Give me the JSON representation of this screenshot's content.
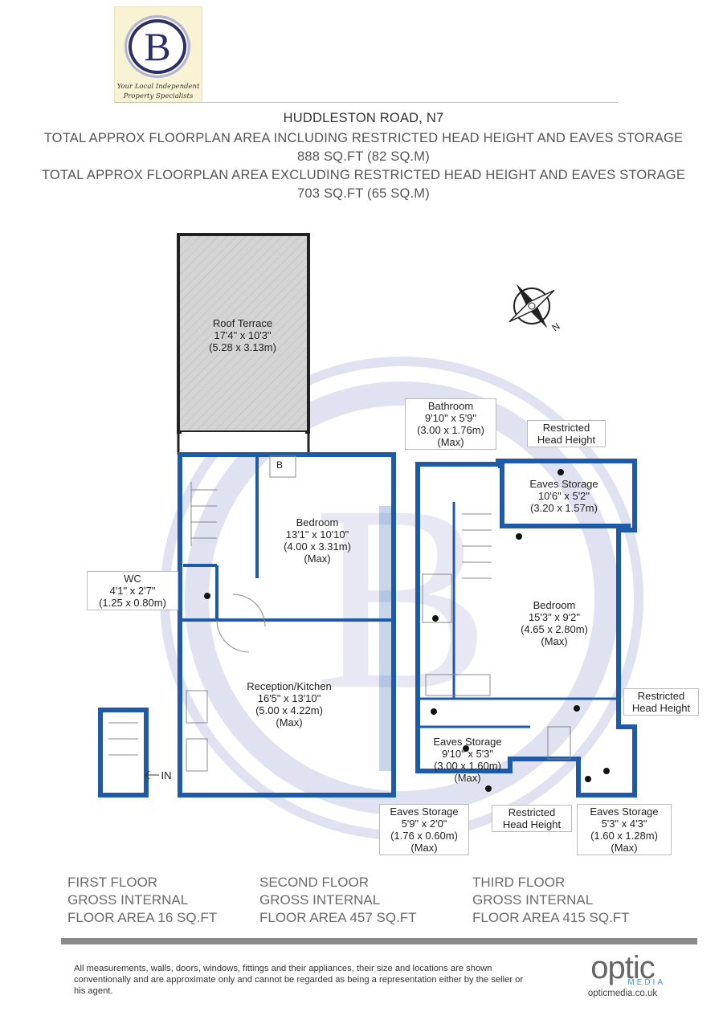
{
  "logo": {
    "letter": "B",
    "tagline_1": "Your Local Independent",
    "tagline_2": "Property Specialists"
  },
  "header": {
    "address": "HUDDLESTON ROAD, N7",
    "line_1": "TOTAL APPROX FLOORPLAN AREA INCLUDING RESTRICTED HEAD HEIGHT AND EAVES STORAGE",
    "line_2": "888 SQ.FT (82 SQ.M)",
    "line_3": "TOTAL APPROX FLOORPLAN AREA EXCLUDING RESTRICTED HEAD HEIGHT AND EAVES STORAGE",
    "line_4": "703 SQ.FT (65 SQ.M)"
  },
  "compass": {
    "label": "N"
  },
  "rooms": {
    "roof_terrace": {
      "name": "Roof Terrace",
      "size_imperial": "17'4\" x 10'3\"",
      "size_metric": "(5.28 x 3.13m)"
    },
    "bedroom_1": {
      "name": "Bedroom",
      "size_imperial": "13'1\" x 10'10\"",
      "size_metric": "(4.00 x 3.31m)",
      "note": "(Max)"
    },
    "boiler": {
      "label": "B"
    },
    "wc": {
      "name": "WC",
      "size_imperial": "4'1\" x 2'7\"",
      "size_metric": "(1.25 x 0.80m)"
    },
    "reception": {
      "name": "Reception/Kitchen",
      "size_imperial": "16'5\" x 13'10\"",
      "size_metric": "(5.00 x 4.22m)",
      "note": "(Max)"
    },
    "entrance": {
      "label": "IN"
    },
    "bathroom": {
      "name": "Bathroom",
      "size_imperial": "9'10\" x 5'9\"",
      "size_metric": "(3.00 x 1.76m)",
      "note": "(Max)"
    },
    "restricted_1": {
      "line_1": "Restricted",
      "line_2": "Head Height"
    },
    "eaves_1": {
      "name": "Eaves Storage",
      "size_imperial": "10'6\" x 5'2\"",
      "size_metric": "(3.20 x 1.57m)"
    },
    "bedroom_2": {
      "name": "Bedroom",
      "size_imperial": "15'3\" x 9'2\"",
      "size_metric": "(4.65 x 2.80m)",
      "note": "(Max)"
    },
    "restricted_2": {
      "line_1": "Restricted",
      "line_2": "Head Height"
    },
    "eaves_2": {
      "name": "Eaves Storage",
      "size_imperial": "9'10\" x 5'3\"",
      "size_metric": "(3.00 x 1.60m)",
      "note": "(Max)"
    },
    "eaves_3": {
      "name": "Eaves Storage",
      "size_imperial": "5'9\" x 2'0\"",
      "size_metric": "(1.76 x 0.60m)",
      "note": "(Max)"
    },
    "restricted_3": {
      "line_1": "Restricted",
      "line_2": "Head Height"
    },
    "eaves_4": {
      "name": "Eaves Storage",
      "size_imperial": "5'3\" x 4'3\"",
      "size_metric": "(1.60 x 1.28m)",
      "note": "(Max)"
    }
  },
  "floors": [
    {
      "title": "FIRST FLOOR",
      "line_1": "GROSS INTERNAL",
      "line_2": "FLOOR AREA 16 SQ.FT"
    },
    {
      "title": "SECOND FLOOR",
      "line_1": "GROSS INTERNAL",
      "line_2": "FLOOR AREA 457 SQ.FT"
    },
    {
      "title": "THIRD FLOOR",
      "line_1": "GROSS INTERNAL",
      "line_2": "FLOOR AREA 415 SQ.FT"
    }
  ],
  "disclaimer": "All measurements, walls, doors, windows, fittings and their appliances, their size and locations are shown conventionally and are approximate only and cannot be regarded as being a representation either by the seller or his agent.",
  "footer_brand": {
    "word": "optic",
    "sub": "MEDIA",
    "url": "opticmedia.co.uk"
  },
  "colors": {
    "wall": "#1e5aa8",
    "terrace": "#cfcfcf",
    "watermark": "#c9cce6",
    "text": "#444444"
  }
}
